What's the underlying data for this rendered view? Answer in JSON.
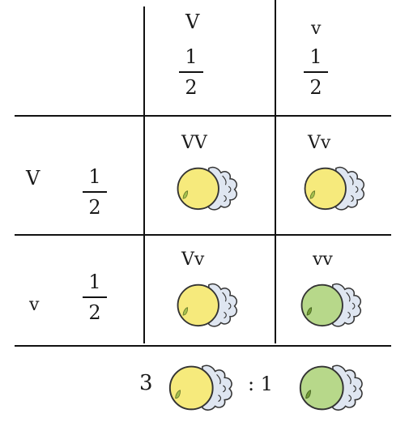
{
  "header": {
    "col1": {
      "allele": "V",
      "num": "1",
      "den": "2"
    },
    "col2": {
      "allele": "v",
      "num": "1",
      "den": "2"
    }
  },
  "rows": [
    {
      "allele": "V",
      "num": "1",
      "den": "2",
      "cells": [
        "VV",
        "Vv"
      ]
    },
    {
      "allele": "v",
      "num": "1",
      "den": "2",
      "cells": [
        "Vv",
        "vv"
      ]
    }
  ],
  "ratio": {
    "yellow_count": "3",
    "separator": ": 1"
  },
  "colors": {
    "yellow": "#f6ea7c",
    "yellow_edge": "#d9c23c",
    "green": "#b7d88a",
    "green_edge": "#7ea259",
    "husk": "#dfe6f1",
    "leaf": "#a4bf4e",
    "line": "#111111"
  },
  "icons": {
    "yellow_pea": "yellow-pea-icon",
    "green_pea": "green-pea-icon"
  }
}
